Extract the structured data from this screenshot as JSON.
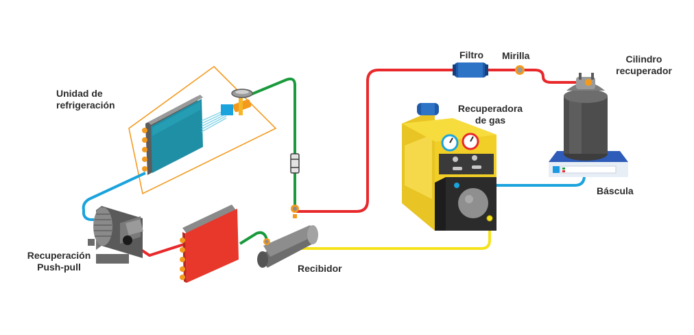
{
  "labels": {
    "unidad": [
      "Unidad de",
      "refrigeración"
    ],
    "recuperacion": [
      "Recuperación",
      "Push-pull"
    ],
    "recibidor": "Recibidor",
    "filtro": "Filtro",
    "mirilla": "Mirilla",
    "cilindro": [
      "Cilindro",
      "recuperador"
    ],
    "recuperadora": [
      "Recuperadora",
      "de gas"
    ],
    "bascula": "Báscula"
  },
  "colors": {
    "line_red": "#e8282b",
    "line_green": "#1a9a3c",
    "line_blue": "#1aa3dc",
    "line_yellow": "#f5e21a",
    "outline_orange": "#f39a1e"
  }
}
